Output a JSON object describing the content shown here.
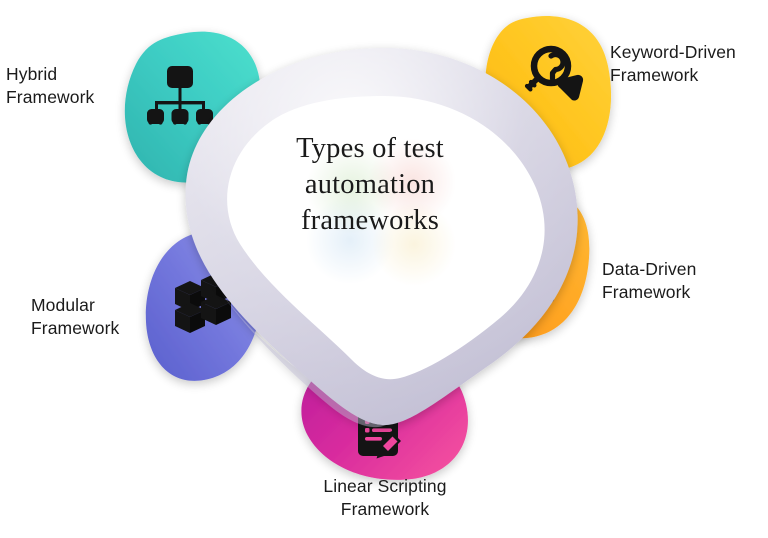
{
  "diagram": {
    "center": {
      "title": "Types of test\nautomation\nframeworks",
      "shape": "rounded-triangle",
      "ring_color": "#d5d3e2",
      "ring_color_dark": "#b9b6cc",
      "fill_color": "#ffffff"
    },
    "nodes": [
      {
        "id": "hybrid",
        "label": "Hybrid\nFramework",
        "icon": "hierarchy-icon",
        "color_start": "#45dbc8",
        "color_end": "#2fb3ae",
        "label_position": "left"
      },
      {
        "id": "keyword-driven",
        "label": "Keyword-Driven\nFramework",
        "icon": "key-search-icon",
        "color_start": "#ffcf2e",
        "color_end": "#fdb913",
        "label_position": "right"
      },
      {
        "id": "data-driven",
        "label": "Data-Driven\nFramework",
        "icon": "database-icon",
        "color_start": "#ff8a1f",
        "color_end": "#ffb629",
        "label_position": "right"
      },
      {
        "id": "linear-scripting",
        "label": "Linear Scripting\nFramework",
        "icon": "script-edit-icon",
        "color_start": "#c4209c",
        "color_end": "#f5499f",
        "label_position": "bottom"
      },
      {
        "id": "modular",
        "label": "Modular\nFramework",
        "icon": "cubes-icon",
        "color_start": "#5f64cf",
        "color_end": "#8e92e8",
        "label_position": "left"
      }
    ],
    "background_color": "#ffffff",
    "icon_color": "#141414"
  }
}
